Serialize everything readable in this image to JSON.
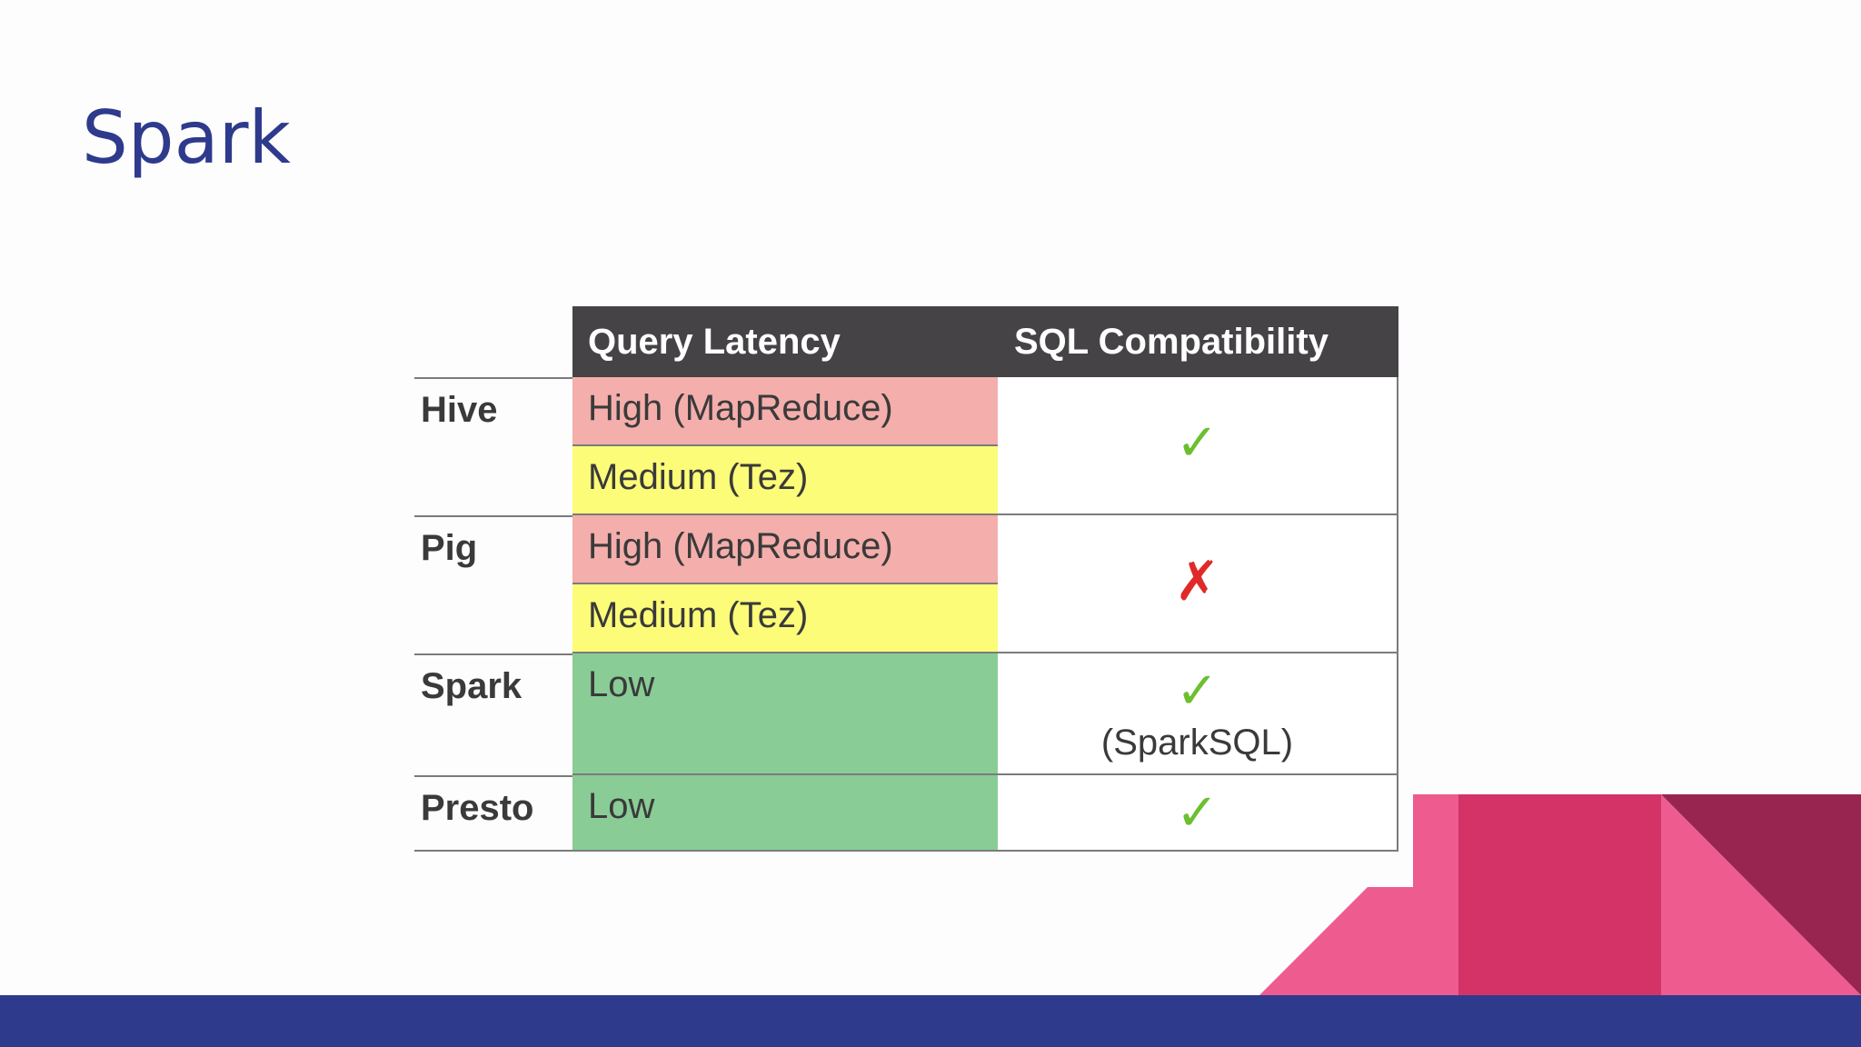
{
  "slide": {
    "title": "Spark"
  },
  "table": {
    "headers": {
      "query_latency": "Query Latency",
      "sql_compatibility": "SQL Compatibility"
    },
    "rows": [
      {
        "name": "Hive",
        "latency": [
          "High (MapReduce)",
          "Medium (Tez)"
        ],
        "sql": {
          "mark": "✓",
          "note": ""
        }
      },
      {
        "name": "Pig",
        "latency": [
          "High (MapReduce)",
          "Medium (Tez)"
        ],
        "sql": {
          "mark": "✗",
          "note": ""
        }
      },
      {
        "name": "Spark",
        "latency": [
          "Low"
        ],
        "sql": {
          "mark": "✓",
          "note": "(SparkSQL)"
        }
      },
      {
        "name": "Presto",
        "latency": [
          "Low"
        ],
        "sql": {
          "mark": "✓",
          "note": ""
        }
      }
    ]
  },
  "colors": {
    "title": "#2e3a8c",
    "header_bg": "#464346",
    "high": "#f4aeab",
    "medium": "#fcfc78",
    "low": "#89cc96",
    "check": "#6cbf2f",
    "cross": "#e02a2a",
    "footer_bar": "#2e3a8c",
    "accent_light_pink": "#ee5c8f",
    "accent_pink": "#d33367",
    "accent_dark_pink": "#972550"
  }
}
